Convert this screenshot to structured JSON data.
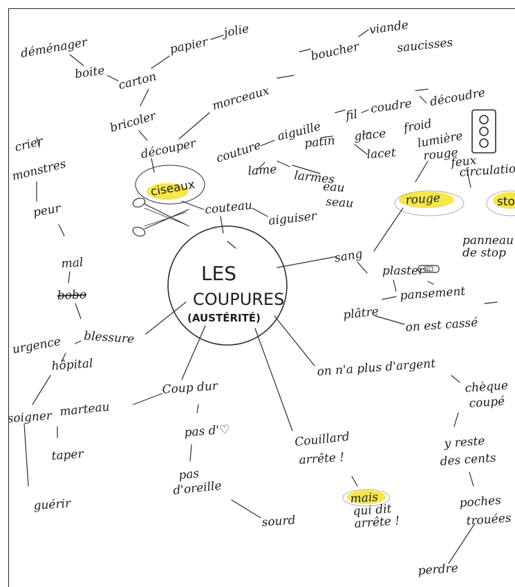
{
  "center": {
    "line1": "LES",
    "line2": "COUPURES",
    "line3": "(AUSTÉRITÉ)"
  },
  "highlights": [
    "ciseaux",
    "rouge",
    "stop",
    "mais"
  ],
  "words": {
    "demenager": "déménager",
    "boite": "boite",
    "carton": "carton",
    "papier": "papier",
    "jolie": "jolie",
    "viande": "viande",
    "saucisses": "saucisses",
    "boucher": "boucher",
    "morceaux": "morceaux",
    "bricoler": "bricoler",
    "decouper": "découper",
    "couture": "couture",
    "aiguille": "aiguille",
    "fil": "fil",
    "coudre": "coudre",
    "decoudre": "découdre",
    "froid": "froid",
    "patin": "patin",
    "glace": "glace",
    "lacet": "lacet",
    "lame": "lame",
    "larmes": "larmes",
    "eau": "eau",
    "seau": "seau",
    "lumiere": "lumière",
    "rouge_light": "rouge",
    "feux": "feux",
    "circulation": "circulation",
    "ciseaux": "ciseaux",
    "couteau": "couteau",
    "aiguiser": "aiguiser",
    "rouge": "rouge",
    "stop": "stop",
    "panneau": "panneau",
    "de_stop": "de stop",
    "sang": "sang",
    "plaster": "plaster",
    "pansement": "pansement",
    "platre": "plâtre",
    "on_est_casse": "on est cassé",
    "crier": "crier",
    "monstres": "monstres",
    "peur": "peur",
    "mal": "mal",
    "bobo": "bobo",
    "blessure": "blessure",
    "urgence": "urgence",
    "hopital": "hôpital",
    "soigner": "soigner",
    "marteau": "marteau",
    "taper": "taper",
    "guerir": "guérir",
    "coup_dur": "Coup dur",
    "pas_de_coeur": "pas d'♡",
    "pas": "pas",
    "d_oreille": "d'oreille",
    "sourd": "sourd",
    "couillard": "Couillard",
    "arrete": "arrête !",
    "mais": "mais",
    "qui_dit": "qui dit",
    "arrete2": "arrête !",
    "plus_argent": "on n'a plus d'argent",
    "cheque": "chèque",
    "coupe": "coupé",
    "y_reste": "y reste",
    "des_cents": "des cents",
    "poches": "poches",
    "trouees": "trouées",
    "perdre": "perdre",
    "plaster_tag": "N1"
  },
  "colors": {
    "ink": "#1d1d1d",
    "highlight": "#f3e22a",
    "traffic_light": "#2a2a2a"
  }
}
